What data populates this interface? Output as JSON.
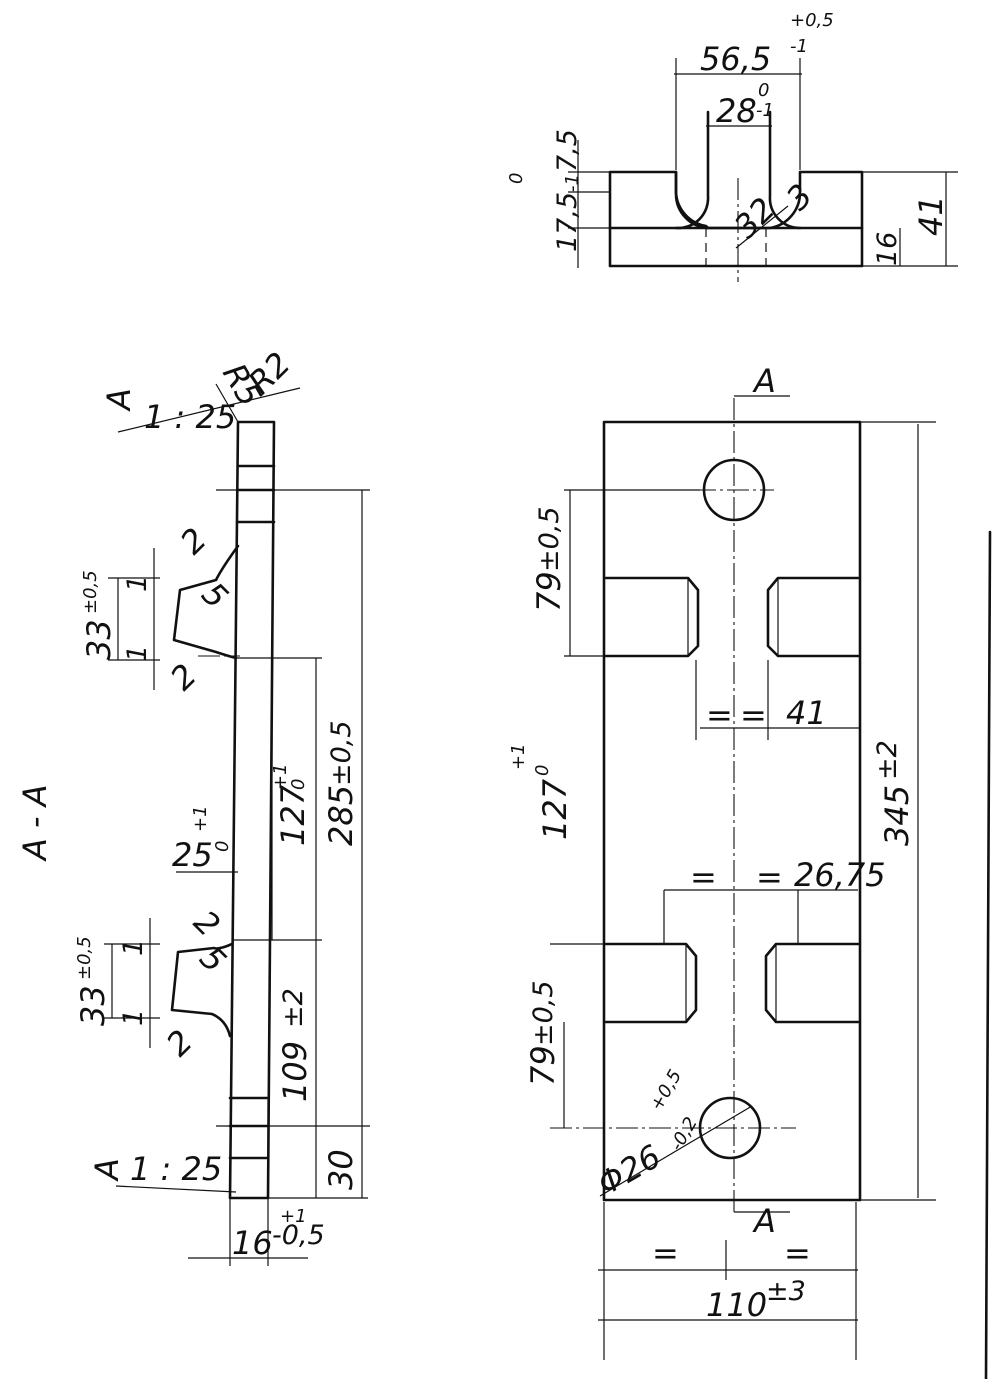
{
  "section_title": "A - A",
  "section_marker": "A",
  "top_view": {
    "width_total": "56,5",
    "width_total_tol_upper": "+0,5",
    "width_total_tol_lower": "-1",
    "slot_width": "28",
    "slot_width_tol": "-1",
    "slot_width_tol_upper": "0",
    "depth_a": "7,5",
    "depth_b": "17,5",
    "depth_b_tol_lower": "-1",
    "depth_b_tol_upper": "0",
    "radius_32": "32",
    "radius_3": "3",
    "height": "41",
    "base": "16"
  },
  "section_view": {
    "taper_top": "1 : 25",
    "taper_bottom": "1 : 25",
    "r5": "R5",
    "r2": "R2",
    "dim_33_a": "33",
    "dim_33_a_tol": "±0,5",
    "dim_33_b": "33",
    "dim_33_b_tol": "±0,5",
    "one": "1",
    "two": "2",
    "five": "5",
    "dim_25": "25",
    "dim_25_tol_upper": "+1",
    "dim_25_tol_lower": "0",
    "dim_127": "127",
    "dim_127_tol_upper": "+1",
    "dim_127_tol_lower": "0",
    "dim_285": "285",
    "dim_285_tol": "±0,5",
    "dim_109": "109",
    "dim_109_tol": "±2",
    "dim_30": "30",
    "dim_16": "16",
    "dim_16_tol_upper": "+1",
    "dim_16_tol_lower": "-0,5"
  },
  "plan_view": {
    "dim_79_top": "79",
    "dim_79_top_tol": "±0,5",
    "dim_79_bottom": "79",
    "dim_79_bottom_tol": "±0,5",
    "eq": "=",
    "dim_41": "41",
    "dim_127": "127",
    "dim_127_tol_upper": "+1",
    "dim_127_tol_lower": "0",
    "dim_26_75": "26,75",
    "dim_345": "345",
    "dim_345_tol": "±2",
    "hole_dia": "Φ26",
    "hole_dia_tol_upper": "+0,5",
    "hole_dia_tol_lower": "-0,2",
    "width": "110",
    "width_tol": "±3"
  }
}
